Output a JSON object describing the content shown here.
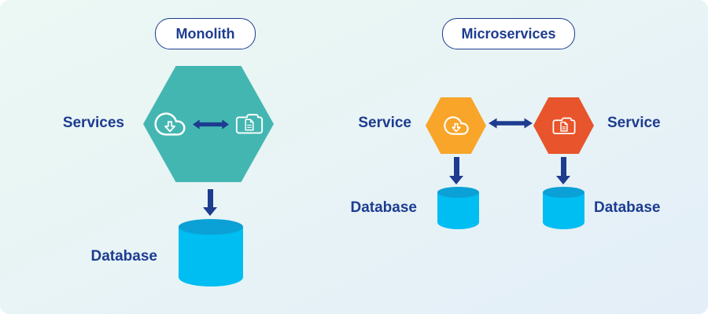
{
  "diagram": {
    "monolith": {
      "title": "Monolith",
      "services_label": "Services",
      "database_label": "Database"
    },
    "microservices": {
      "title": "Microservices",
      "service_left_label": "Service",
      "service_right_label": "Service",
      "database_left_label": "Database",
      "database_right_label": "Database"
    }
  },
  "icons": {
    "monolith_hexagon": [
      "cloud-download-icon",
      "double-arrow-icon",
      "folder-document-icon"
    ],
    "microservice_left_hexagon": "cloud-download-icon",
    "microservice_right_hexagon": "folder-document-icon",
    "connectors": [
      "double-arrow-icon",
      "down-arrow-connector"
    ]
  },
  "colors": {
    "background_top": "#ECF8F4",
    "background_bottom": "#E3EEF9",
    "navy": "#1D3C90",
    "monolith_hexagon": "#44B6B2",
    "microservice_left_hexagon": "#F8A52A",
    "microservice_right_hexagon": "#E8542B",
    "database_body": "#00BDF2",
    "database_top": "#0BA1D6",
    "badge_background": "#FFFFFF",
    "icon_stroke": "#FFFFFF"
  }
}
